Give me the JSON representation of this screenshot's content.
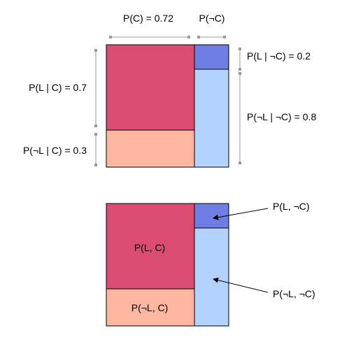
{
  "colors": {
    "c_and_l": "#db4c72",
    "c_and_not_l": "#fdb6a0",
    "not_c_and_l": "#6f7ee3",
    "not_c_and_not_l": "#b3d2fd",
    "outline": "#000000",
    "measure_line": "#9a9a9a",
    "arrow": "#000000"
  },
  "values": {
    "p_c": 0.72,
    "p_l_given_c": 0.7,
    "p_l_given_not_c": 0.2
  },
  "top_diagram": {
    "label_p_c": "P(C) = 0.72",
    "label_p_not_c": "P(¬C)",
    "label_p_l_given_c": "P(L | C) = 0.7",
    "label_p_not_l_given_c": "P(¬L | C) = 0.3",
    "label_p_l_given_not_c": "P(L | ¬C) = 0.2",
    "label_p_not_l_given_not_c": "P(¬L | ¬C) = 0.8"
  },
  "bottom_diagram": {
    "label_l_and_c": "P(L, C)",
    "label_not_l_and_c": "P(¬L, C)",
    "label_l_and_not_c": "P(L, ¬C)",
    "label_not_l_and_not_c": "P(¬L, ¬C)"
  }
}
